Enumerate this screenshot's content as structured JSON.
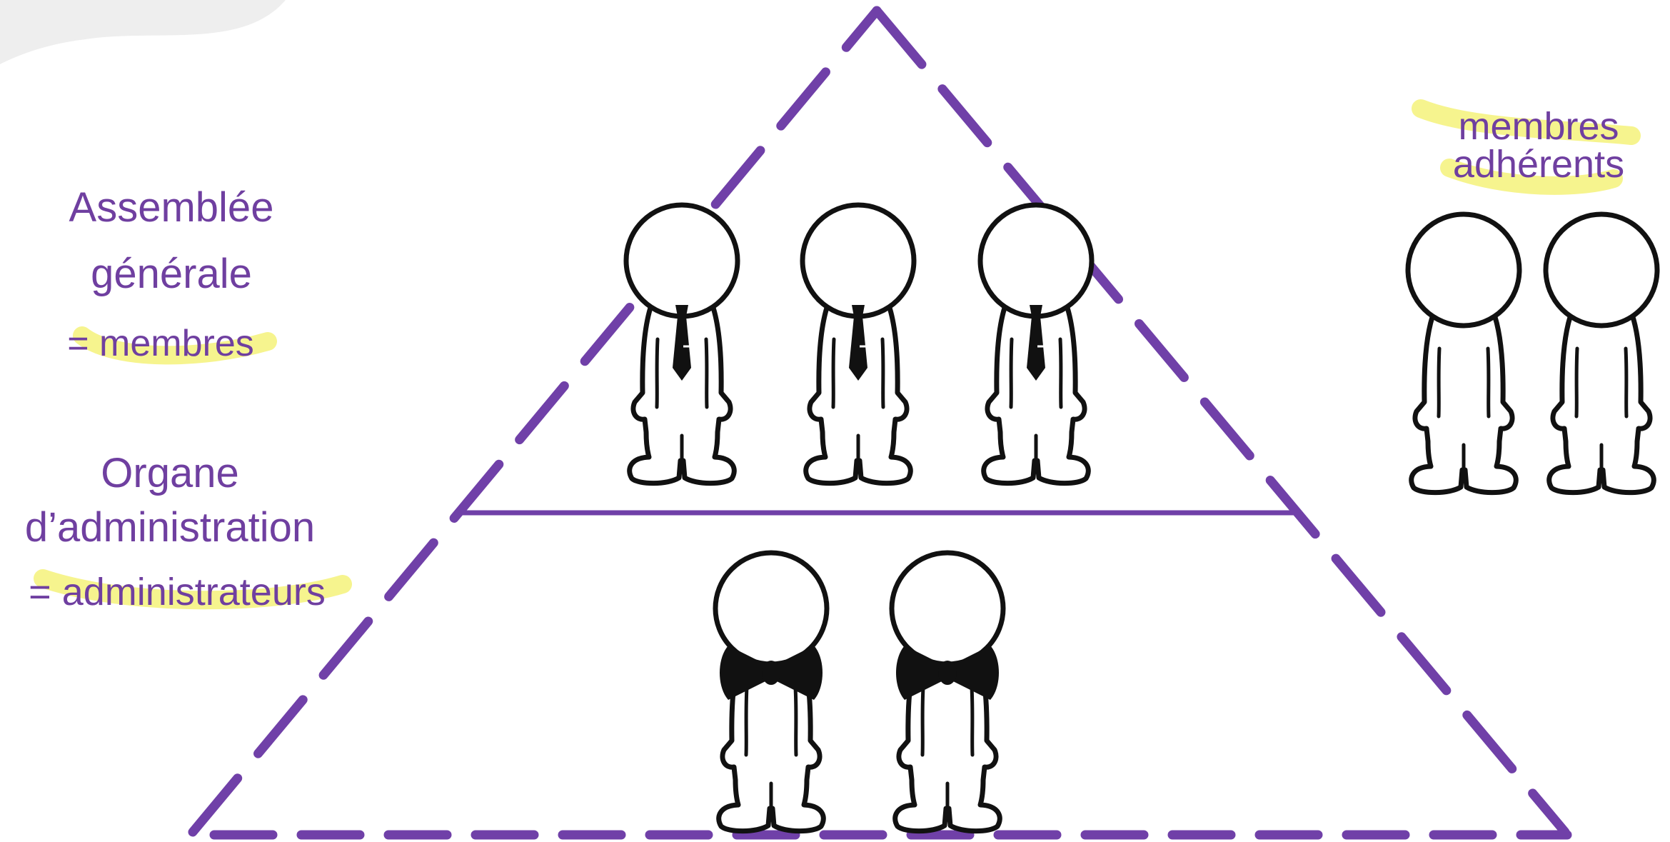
{
  "colors": {
    "accent": "#7040a8",
    "highlight": "#f5f27a",
    "outline": "#111111",
    "corner_shape": "#eeeeee"
  },
  "labels": {
    "assembly_line1": "Assemblée",
    "assembly_line2": "générale",
    "assembly_eq": "= membres",
    "board_line1": "Organe",
    "board_line2": "d’administration",
    "board_eq": "= administrateurs",
    "adherents_line1": "membres",
    "adherents_line2": "adhérents"
  },
  "figures": {
    "members_in_pyramid": 3,
    "board_members": 2,
    "adherent_members": 2,
    "members_accessory": "necktie-icon",
    "board_accessory": "bow-tie-icon"
  }
}
